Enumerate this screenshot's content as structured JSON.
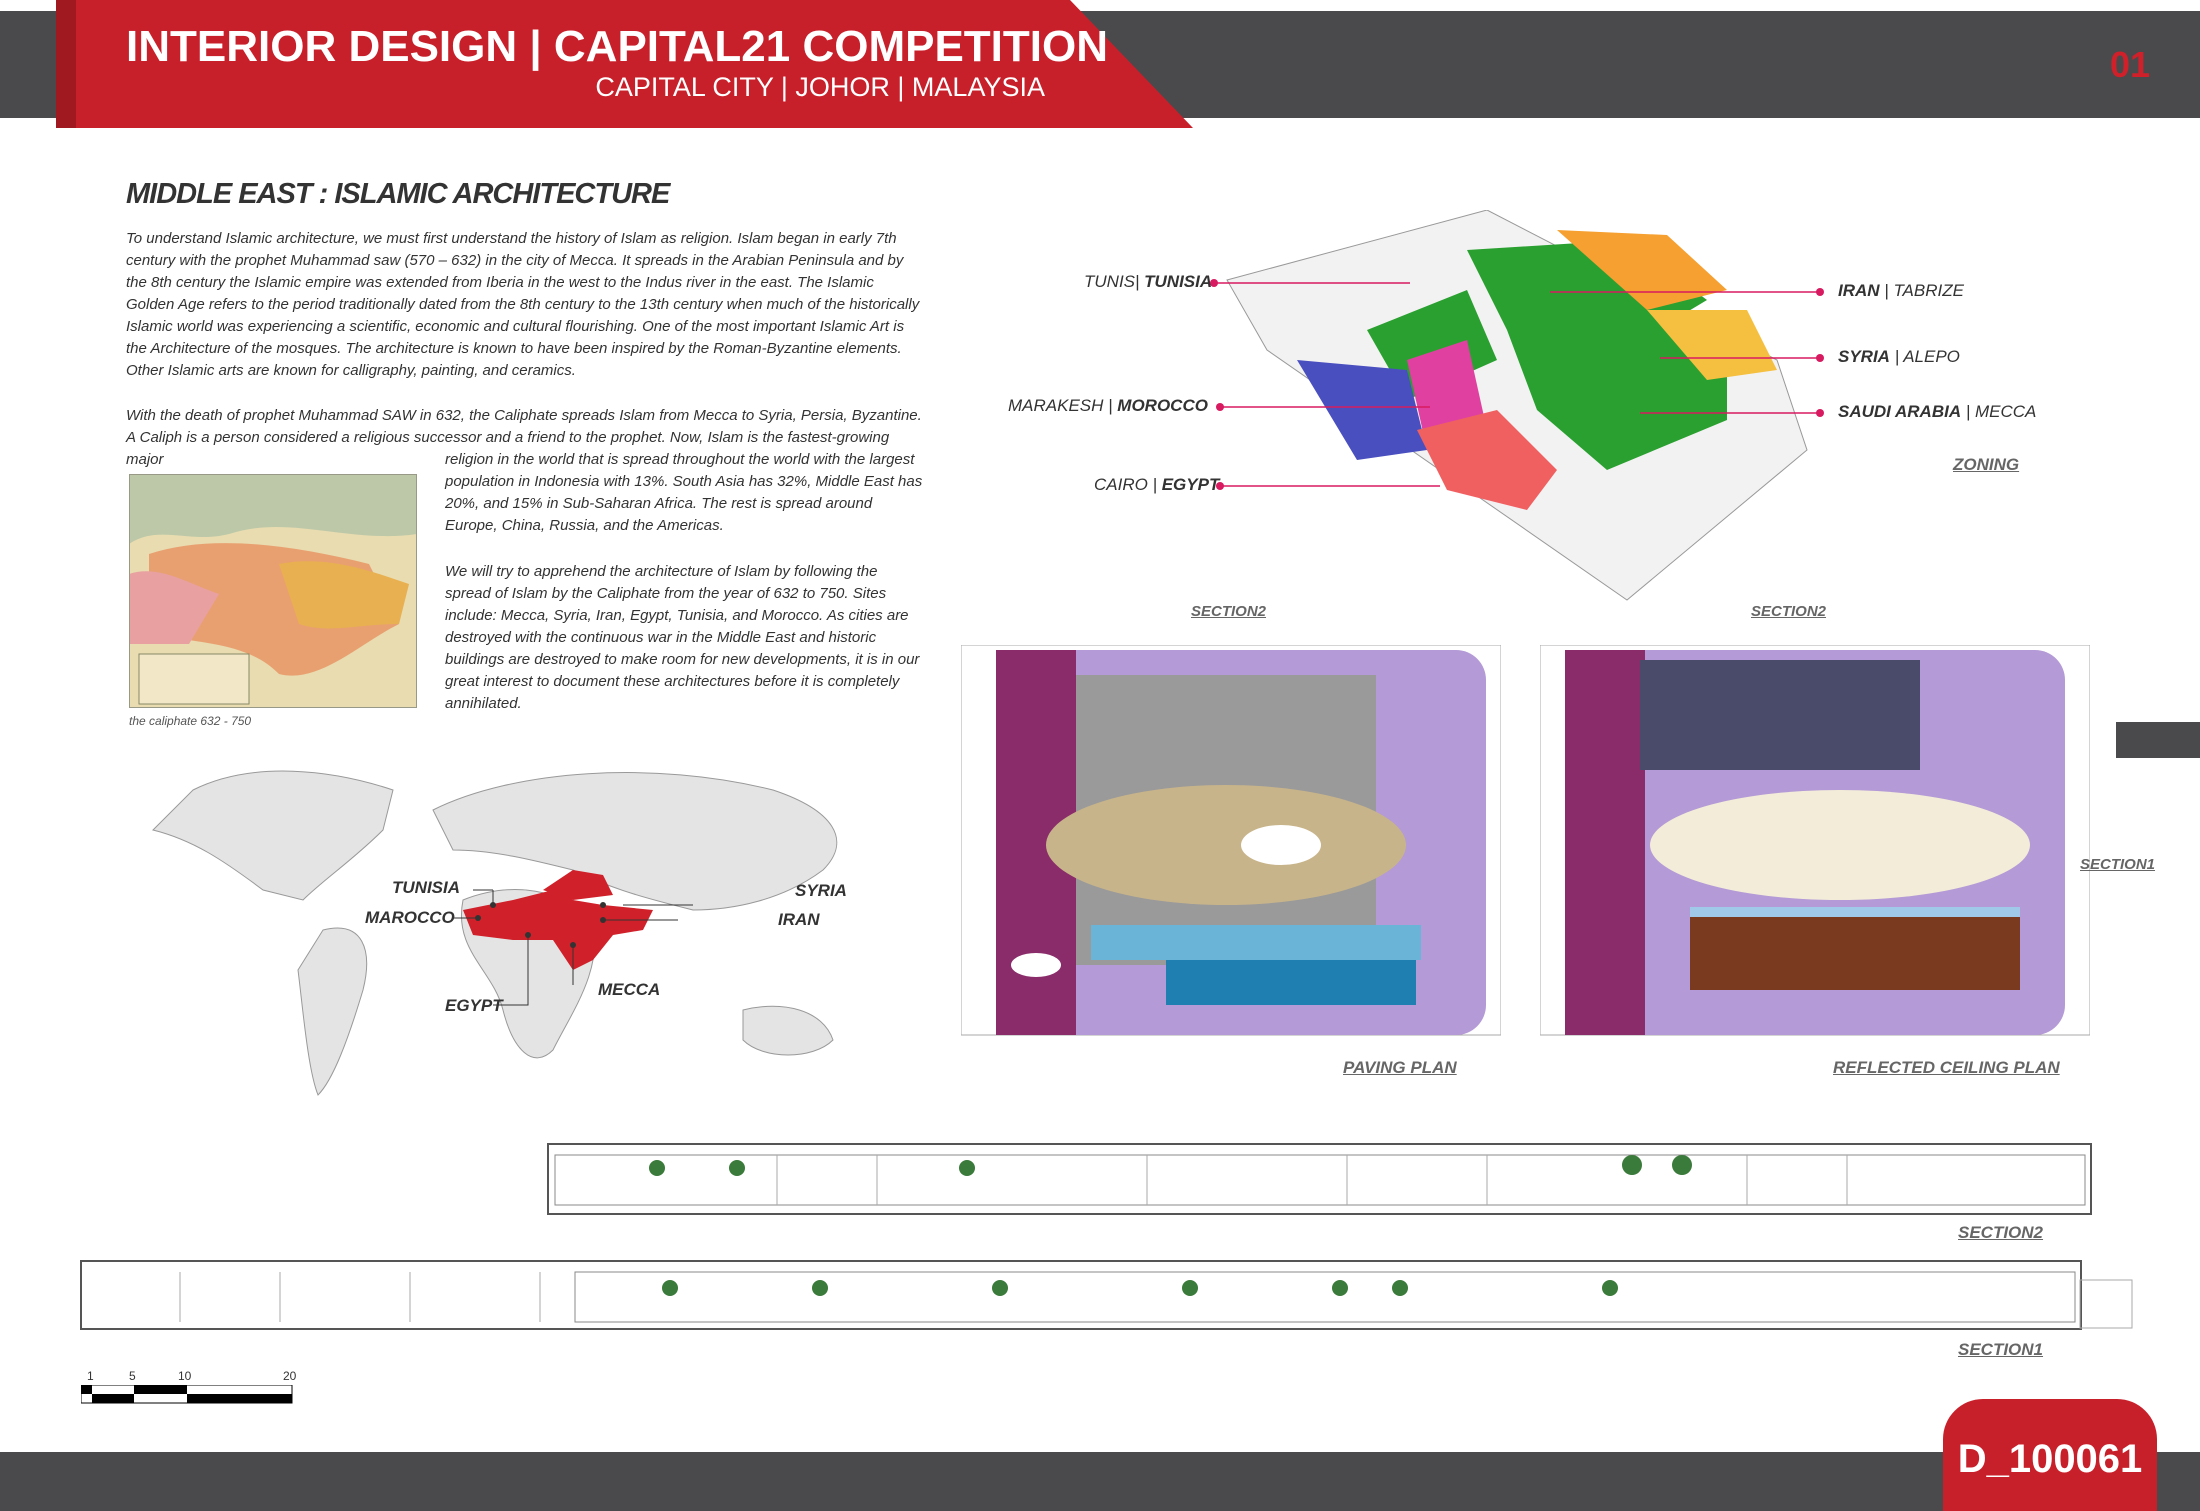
{
  "header": {
    "title": "INTERIOR DESIGN | CAPITAL21 COMPETITION",
    "subtitle": "CAPITAL CITY | JOHOR | MALAYSIA",
    "page_number": "01"
  },
  "footer": {
    "code": "D_100061"
  },
  "section_title": "MIDDLE EAST : ISLAMIC ARCHITECTURE",
  "paragraphs": [
    "To understand Islamic architecture, we must first understand the history of Islam as religion.  Islam began in early 7th century with the prophet Muhammad saw (570 – 632) in the city of Mecca.  It spreads in the Arabian Peninsula and by the 8th century the Islamic empire was extended from Iberia in the west to the Indus river in the east.  The Islamic Golden Age refers to the period traditionally dated from the 8th century to the 13th century when much of the historically Islamic world was experiencing a scientific, economic and cultural flourishing.  One of the most important Islamic Art is the Architecture of the mosques.  The architecture is known to have been inspired by the Roman-Byzantine elements.  Other Islamic arts are known for calligraphy, painting, and ceramics.",
    "With the death of prophet Muhammad SAW in 632, the Caliphate spreads Islam from Mecca to Syria, Persia, Byzantine.  A Caliph is a person considered a religious successor and a friend to the prophet.  Now, Islam is the fastest-growing major",
    "religion in the world that is spread throughout the world with the largest population in Indonesia with 13%.  South Asia has 32%, Middle East has 20%, and 15% in Sub-Saharan Africa.  The rest is spread around Europe, China, Russia, and the Americas.",
    "We will try to apprehend the architecture of Islam by following the spread of Islam by the Caliphate from the year of 632 to 750.  Sites include: Mecca, Syria, Iran, Egypt, Tunisia, and Morocco.  As cities are destroyed with the continuous war in the Middle East and historic buildings are destroyed to make room for new developments, it is in our great interest to document these architectures before it is completely annihilated."
  ],
  "map_caption": "the caliphate 632 - 750",
  "world_map_labels": {
    "tunisia": "TUNISIA",
    "marocco": "MAROCCO",
    "egypt": "EGYPT",
    "mecca": "MECCA",
    "syria": "SYRIA",
    "iran": "IRAN"
  },
  "zoning": {
    "title": "ZONING",
    "labels": [
      {
        "a": "TUNIS",
        "b": "TUNISIA"
      },
      {
        "a": "MARAKESH",
        "b": "MOROCCO"
      },
      {
        "a": "CAIRO",
        "b": "EGYPT"
      },
      {
        "a": "IRAN",
        "b": "TABRIZE"
      },
      {
        "a": "SYRIA",
        "b": "ALEPO"
      },
      {
        "a": "SAUDI ARABIA",
        "b": "MECCA"
      }
    ],
    "colors": {
      "tunisia": "#e040a0",
      "morocco": "#4a4fc0",
      "egypt": "#f06060",
      "iran": "#f5a030",
      "syria": "#f5c040",
      "mecca": "#2aa030"
    }
  },
  "plans": {
    "paving": "PAVING PLAN",
    "rcp": "REFLECTED CEILING PLAN",
    "section2": "SECTION2",
    "section1": "SECTION1"
  },
  "sections": {
    "section2": "SECTION2",
    "section1": "SECTION1"
  },
  "scale_bar": {
    "ticks": [
      "1",
      "5",
      "10",
      "20"
    ]
  }
}
